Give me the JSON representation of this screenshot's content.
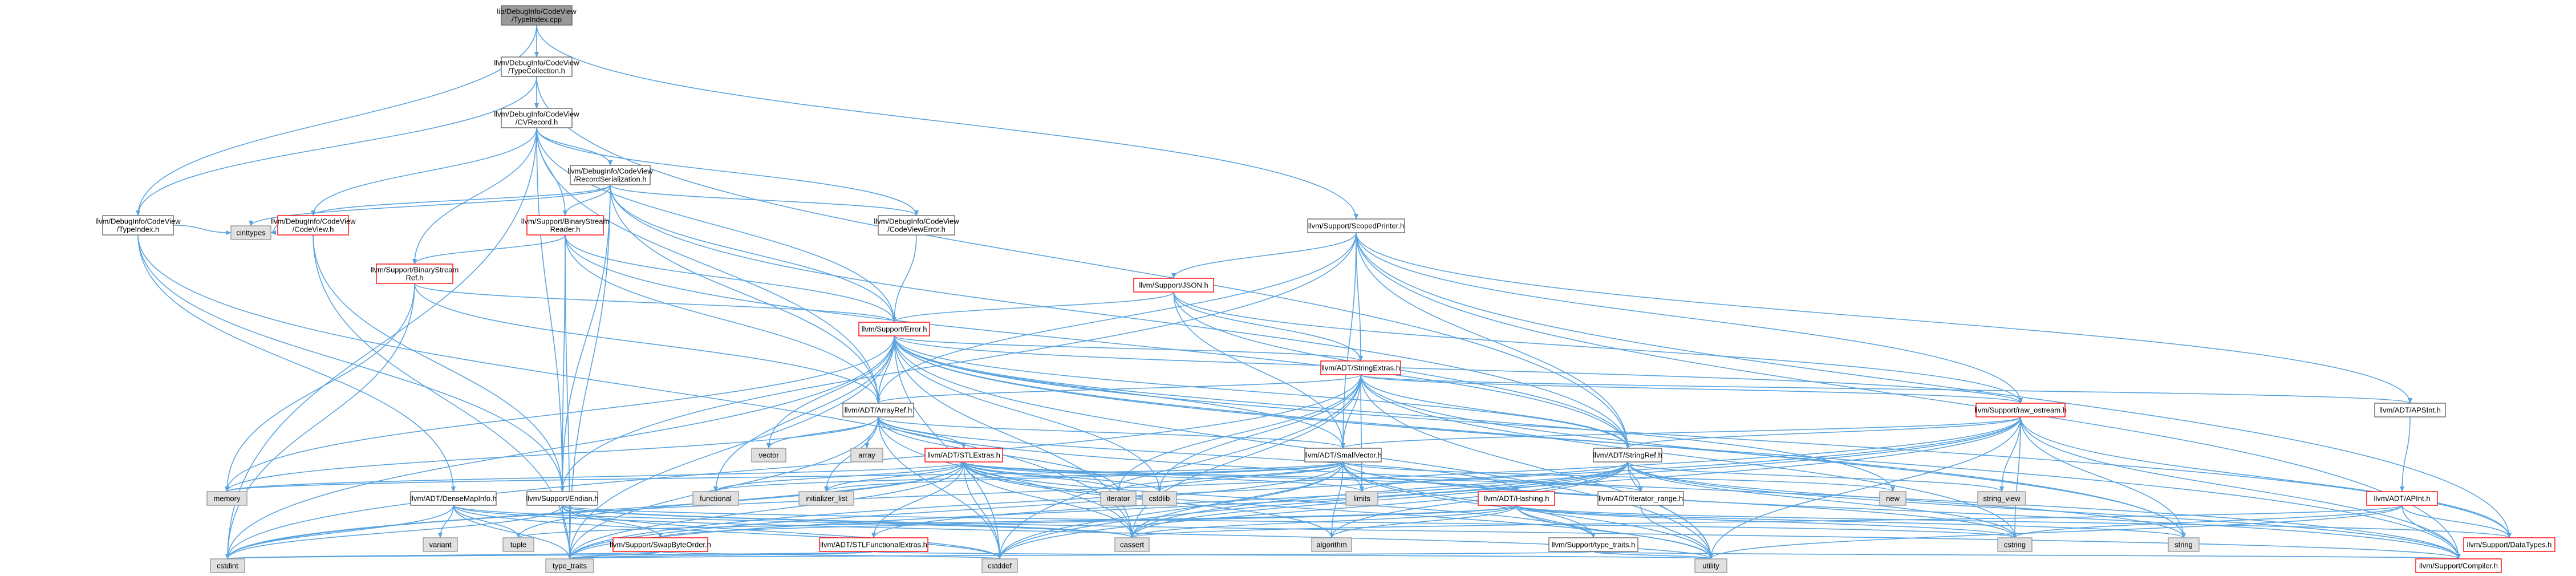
{
  "colors": {
    "edge": "#5aa4e0",
    "edge_arrow": "#5aa4e0",
    "node_border": "#666666",
    "node_fill": "#ffffff",
    "root_fill": "#999999",
    "root_border": "#666666",
    "red_border": "#ff0000",
    "system_fill": "#e0e0e0",
    "system_border": "#999999",
    "text": "#000000"
  },
  "nodes": [
    {
      "id": "root",
      "lines": [
        "lib/DebugInfo/CodeView",
        "/TypeIndex.cpp"
      ],
      "style": "root"
    },
    {
      "id": "typecollection",
      "lines": [
        "llvm/DebugInfo/CodeView",
        "/TypeCollection.h"
      ],
      "style": "normal"
    },
    {
      "id": "cvrecord",
      "lines": [
        "llvm/DebugInfo/CodeView",
        "/CVRecord.h"
      ],
      "style": "normal"
    },
    {
      "id": "recordserialization",
      "lines": [
        "llvm/DebugInfo/CodeView",
        "/RecordSerialization.h"
      ],
      "style": "normal"
    },
    {
      "id": "typeindex_h",
      "lines": [
        "llvm/DebugInfo/CodeView",
        "/TypeIndex.h"
      ],
      "style": "normal"
    },
    {
      "id": "codeview_h",
      "lines": [
        "llvm/DebugInfo/CodeView",
        "/CodeView.h"
      ],
      "style": "red"
    },
    {
      "id": "binarystreamreader",
      "lines": [
        "llvm/Support/BinaryStream",
        "Reader.h"
      ],
      "style": "red"
    },
    {
      "id": "codeviewerror",
      "lines": [
        "llvm/DebugInfo/CodeView",
        "/CodeViewError.h"
      ],
      "style": "normal"
    },
    {
      "id": "cinttypes",
      "lines": [
        "cinttypes"
      ],
      "style": "system"
    },
    {
      "id": "binarystreamref",
      "lines": [
        "llvm/Support/BinaryStream",
        "Ref.h"
      ],
      "style": "red"
    },
    {
      "id": "scopedprinter",
      "lines": [
        "llvm/Support/ScopedPrinter.h"
      ],
      "style": "normal"
    },
    {
      "id": "json",
      "lines": [
        "llvm/Support/JSON.h"
      ],
      "style": "red"
    },
    {
      "id": "error",
      "lines": [
        "llvm/Support/Error.h"
      ],
      "style": "red"
    },
    {
      "id": "stringextras",
      "lines": [
        "llvm/ADT/StringExtras.h"
      ],
      "style": "red"
    },
    {
      "id": "arrayref",
      "lines": [
        "llvm/ADT/ArrayRef.h"
      ],
      "style": "normal"
    },
    {
      "id": "raw_ostream",
      "lines": [
        "llvm/Support/raw_ostream.h"
      ],
      "style": "red"
    },
    {
      "id": "apsint",
      "lines": [
        "llvm/ADT/APSInt.h"
      ],
      "style": "normal"
    },
    {
      "id": "vector",
      "lines": [
        "vector"
      ],
      "style": "system"
    },
    {
      "id": "array",
      "lines": [
        "array"
      ],
      "style": "system"
    },
    {
      "id": "stlextras",
      "lines": [
        "llvm/ADT/STLExtras.h"
      ],
      "style": "red"
    },
    {
      "id": "smallvector",
      "lines": [
        "llvm/ADT/SmallVector.h"
      ],
      "style": "normal"
    },
    {
      "id": "stringref",
      "lines": [
        "llvm/ADT/StringRef.h"
      ],
      "style": "normal"
    },
    {
      "id": "memory",
      "lines": [
        "memory"
      ],
      "style": "system"
    },
    {
      "id": "functional",
      "lines": [
        "functional"
      ],
      "style": "system"
    },
    {
      "id": "initializer_list",
      "lines": [
        "initializer_list"
      ],
      "style": "system"
    },
    {
      "id": "iterator",
      "lines": [
        "iterator"
      ],
      "style": "system"
    },
    {
      "id": "cstdlib",
      "lines": [
        "cstdlib"
      ],
      "style": "system"
    },
    {
      "id": "limits",
      "lines": [
        "limits"
      ],
      "style": "system"
    },
    {
      "id": "hashing",
      "lines": [
        "llvm/ADT/Hashing.h"
      ],
      "style": "red"
    },
    {
      "id": "iterator_range",
      "lines": [
        "llvm/ADT/iterator_range.h"
      ],
      "style": "normal"
    },
    {
      "id": "new",
      "lines": [
        "new"
      ],
      "style": "system"
    },
    {
      "id": "string_view",
      "lines": [
        "string_view"
      ],
      "style": "system"
    },
    {
      "id": "apint",
      "lines": [
        "llvm/ADT/APInt.h"
      ],
      "style": "red"
    },
    {
      "id": "densemapinfo",
      "lines": [
        "llvm/ADT/DenseMapInfo.h"
      ],
      "style": "normal"
    },
    {
      "id": "endian",
      "lines": [
        "llvm/Support/Endian.h"
      ],
      "style": "normal"
    },
    {
      "id": "variant",
      "lines": [
        "variant"
      ],
      "style": "system"
    },
    {
      "id": "tuple",
      "lines": [
        "tuple"
      ],
      "style": "system"
    },
    {
      "id": "swapbyteorder",
      "lines": [
        "llvm/Support/SwapByteOrder.h"
      ],
      "style": "red"
    },
    {
      "id": "stlfunctionalextras",
      "lines": [
        "llvm/ADT/STLFunctionalExtras.h"
      ],
      "style": "red"
    },
    {
      "id": "cassert",
      "lines": [
        "cassert"
      ],
      "style": "system"
    },
    {
      "id": "algorithm",
      "lines": [
        "algorithm"
      ],
      "style": "system"
    },
    {
      "id": "type_traits_h",
      "lines": [
        "llvm/Support/type_traits.h"
      ],
      "style": "normal"
    },
    {
      "id": "cstring",
      "lines": [
        "cstring"
      ],
      "style": "system"
    },
    {
      "id": "string",
      "lines": [
        "string"
      ],
      "style": "system"
    },
    {
      "id": "datatypes",
      "lines": [
        "llvm/Support/DataTypes.h"
      ],
      "style": "red"
    },
    {
      "id": "cstdint",
      "lines": [
        "cstdint"
      ],
      "style": "system"
    },
    {
      "id": "type_traits",
      "lines": [
        "type_traits"
      ],
      "style": "system"
    },
    {
      "id": "cstddef",
      "lines": [
        "cstddef"
      ],
      "style": "system"
    },
    {
      "id": "utility",
      "lines": [
        "utility"
      ],
      "style": "system"
    },
    {
      "id": "compiler",
      "lines": [
        "llvm/Support/Compiler.h"
      ],
      "style": "red"
    }
  ],
  "edges": [
    [
      "root",
      "typecollection"
    ],
    [
      "root",
      "typeindex_h"
    ],
    [
      "root",
      "scopedprinter"
    ],
    [
      "typecollection",
      "cvrecord"
    ],
    [
      "typecollection",
      "typeindex_h"
    ],
    [
      "typecollection",
      "stringref"
    ],
    [
      "cvrecord",
      "recordserialization"
    ],
    [
      "cvrecord",
      "codeview_h"
    ],
    [
      "cvrecord",
      "codeviewerror"
    ],
    [
      "cvrecord",
      "binarystreamreader"
    ],
    [
      "cvrecord",
      "binarystreamref"
    ],
    [
      "cvrecord",
      "error"
    ],
    [
      "cvrecord",
      "arrayref"
    ],
    [
      "cvrecord",
      "endian"
    ],
    [
      "cvrecord",
      "cstdint"
    ],
    [
      "recordserialization",
      "codeview_h"
    ],
    [
      "recordserialization",
      "binarystreamreader"
    ],
    [
      "recordserialization",
      "codeviewerror"
    ],
    [
      "recordserialization",
      "cinttypes"
    ],
    [
      "recordserialization",
      "error"
    ],
    [
      "recordserialization",
      "arrayref"
    ],
    [
      "recordserialization",
      "stringref"
    ],
    [
      "recordserialization",
      "endian"
    ],
    [
      "recordserialization",
      "type_traits"
    ],
    [
      "typeindex_h",
      "cinttypes"
    ],
    [
      "typeindex_h",
      "endian"
    ],
    [
      "typeindex_h",
      "densemapinfo"
    ],
    [
      "typeindex_h",
      "cassert"
    ],
    [
      "codeview_h",
      "cinttypes"
    ],
    [
      "codeview_h",
      "endian"
    ],
    [
      "codeview_h",
      "type_traits"
    ],
    [
      "binarystreamreader",
      "binarystreamref"
    ],
    [
      "binarystreamreader",
      "error"
    ],
    [
      "binarystreamreader",
      "arrayref"
    ],
    [
      "binarystreamreader",
      "stringref"
    ],
    [
      "binarystreamreader",
      "endian"
    ],
    [
      "binarystreamreader",
      "type_traits"
    ],
    [
      "codeviewerror",
      "error"
    ],
    [
      "binarystreamref",
      "error"
    ],
    [
      "binarystreamref",
      "arrayref"
    ],
    [
      "binarystreamref",
      "memory"
    ],
    [
      "binarystreamref",
      "cstdint"
    ],
    [
      "scopedprinter",
      "json"
    ],
    [
      "scopedprinter",
      "stringextras"
    ],
    [
      "scopedprinter",
      "raw_ostream"
    ],
    [
      "scopedprinter",
      "apsint"
    ],
    [
      "scopedprinter",
      "arrayref"
    ],
    [
      "scopedprinter",
      "smallvector"
    ],
    [
      "scopedprinter",
      "stringref"
    ],
    [
      "scopedprinter",
      "endian"
    ],
    [
      "scopedprinter",
      "datatypes"
    ],
    [
      "scopedprinter",
      "compiler"
    ],
    [
      "json",
      "error"
    ],
    [
      "json",
      "stringextras"
    ],
    [
      "json",
      "raw_ostream"
    ],
    [
      "json",
      "smallvector"
    ],
    [
      "json",
      "stringref"
    ],
    [
      "error",
      "stringextras"
    ],
    [
      "error",
      "raw_ostream"
    ],
    [
      "error",
      "arrayref"
    ],
    [
      "error",
      "smallvector"
    ],
    [
      "error",
      "stringref"
    ],
    [
      "error",
      "vector"
    ],
    [
      "error",
      "memory"
    ],
    [
      "error",
      "cstdint"
    ],
    [
      "error",
      "cassert"
    ],
    [
      "error",
      "cstdlib"
    ],
    [
      "error",
      "functional"
    ],
    [
      "error",
      "new"
    ],
    [
      "error",
      "string"
    ],
    [
      "error",
      "utility"
    ],
    [
      "error",
      "type_traits"
    ],
    [
      "error",
      "compiler"
    ],
    [
      "error",
      "datatypes"
    ],
    [
      "error",
      "cstddef"
    ],
    [
      "stringextras",
      "apsint"
    ],
    [
      "stringextras",
      "arrayref"
    ],
    [
      "stringextras",
      "smallvector"
    ],
    [
      "stringextras",
      "stringref"
    ],
    [
      "stringextras",
      "raw_ostream"
    ],
    [
      "stringextras",
      "iterator"
    ],
    [
      "stringextras",
      "cassert"
    ],
    [
      "stringextras",
      "cstddef"
    ],
    [
      "stringextras",
      "cstdint"
    ],
    [
      "stringextras",
      "cstdlib"
    ],
    [
      "stringextras",
      "cstring"
    ],
    [
      "stringextras",
      "limits"
    ],
    [
      "stringextras",
      "string"
    ],
    [
      "stringextras",
      "utility"
    ],
    [
      "arrayref",
      "stlextras"
    ],
    [
      "arrayref",
      "smallvector"
    ],
    [
      "arrayref",
      "hashing"
    ],
    [
      "arrayref",
      "array"
    ],
    [
      "arrayref",
      "vector"
    ],
    [
      "arrayref",
      "memory"
    ],
    [
      "arrayref",
      "initializer_list"
    ],
    [
      "arrayref",
      "iterator"
    ],
    [
      "arrayref",
      "cassert"
    ],
    [
      "arrayref",
      "cstddef"
    ],
    [
      "arrayref",
      "type_traits"
    ],
    [
      "arrayref",
      "compiler"
    ],
    [
      "raw_ostream",
      "stringref"
    ],
    [
      "raw_ostream",
      "smallvector"
    ],
    [
      "raw_ostream",
      "datatypes"
    ],
    [
      "raw_ostream",
      "cassert"
    ],
    [
      "raw_ostream",
      "cstddef"
    ],
    [
      "raw_ostream",
      "cstdint"
    ],
    [
      "raw_ostream",
      "cstring"
    ],
    [
      "raw_ostream",
      "string"
    ],
    [
      "raw_ostream",
      "string_view"
    ],
    [
      "raw_ostream",
      "type_traits"
    ],
    [
      "raw_ostream",
      "utility"
    ],
    [
      "raw_ostream",
      "compiler"
    ],
    [
      "apsint",
      "apint"
    ],
    [
      "stlextras",
      "hashing"
    ],
    [
      "stlextras",
      "stlfunctionalextras"
    ],
    [
      "stlextras",
      "iterator_range"
    ],
    [
      "stlextras",
      "type_traits_h"
    ],
    [
      "stlextras",
      "algorithm"
    ],
    [
      "stlextras",
      "cassert"
    ],
    [
      "stlextras",
      "cstddef"
    ],
    [
      "stlextras",
      "cstdint"
    ],
    [
      "stlextras",
      "cstdlib"
    ],
    [
      "stlextras",
      "functional"
    ],
    [
      "stlextras",
      "initializer_list"
    ],
    [
      "stlextras",
      "iterator"
    ],
    [
      "stlextras",
      "limits"
    ],
    [
      "stlextras",
      "memory"
    ],
    [
      "stlextras",
      "optional_dummy"
    ],
    [
      "stlextras",
      "tuple"
    ],
    [
      "stlextras",
      "type_traits"
    ],
    [
      "stlextras",
      "utility"
    ],
    [
      "smallvector",
      "compiler"
    ],
    [
      "smallvector",
      "type_traits_h"
    ],
    [
      "smallvector",
      "algorithm"
    ],
    [
      "smallvector",
      "cassert"
    ],
    [
      "smallvector",
      "cstddef"
    ],
    [
      "smallvector",
      "cstdlib"
    ],
    [
      "smallvector",
      "cstring"
    ],
    [
      "smallvector",
      "functional"
    ],
    [
      "smallvector",
      "initializer_list"
    ],
    [
      "smallvector",
      "iterator"
    ],
    [
      "smallvector",
      "limits"
    ],
    [
      "smallvector",
      "memory"
    ],
    [
      "smallvector",
      "new"
    ],
    [
      "smallvector",
      "type_traits"
    ],
    [
      "smallvector",
      "utility"
    ],
    [
      "stringref",
      "stlfunctionalextras"
    ],
    [
      "stringref",
      "iterator_range"
    ],
    [
      "stringref",
      "compiler"
    ],
    [
      "stringref",
      "algorithm"
    ],
    [
      "stringref",
      "cassert"
    ],
    [
      "stringref",
      "cstddef"
    ],
    [
      "stringref",
      "cstring"
    ],
    [
      "stringref",
      "limits"
    ],
    [
      "stringref",
      "string"
    ],
    [
      "stringref",
      "string_view"
    ],
    [
      "stringref",
      "type_traits"
    ],
    [
      "stringref",
      "utility"
    ],
    [
      "hashing",
      "datatypes"
    ],
    [
      "hashing",
      "swapbyteorder"
    ],
    [
      "hashing",
      "type_traits_h"
    ],
    [
      "hashing",
      "algorithm"
    ],
    [
      "hashing",
      "cassert"
    ],
    [
      "hashing",
      "cstring"
    ],
    [
      "hashing",
      "optional_dummy"
    ],
    [
      "hashing",
      "string"
    ],
    [
      "hashing",
      "tuple"
    ],
    [
      "hashing",
      "utility"
    ],
    [
      "iterator_range",
      "utility"
    ],
    [
      "apint",
      "compiler"
    ],
    [
      "apint",
      "cassert"
    ],
    [
      "apint",
      "utility"
    ],
    [
      "apint",
      "cstring"
    ],
    [
      "apint",
      "datatypes"
    ],
    [
      "densemapinfo",
      "cassert"
    ],
    [
      "densemapinfo",
      "cstddef"
    ],
    [
      "densemapinfo",
      "cstdint"
    ],
    [
      "densemapinfo",
      "tuple"
    ],
    [
      "densemapinfo",
      "type_traits"
    ],
    [
      "densemapinfo",
      "utility"
    ],
    [
      "densemapinfo",
      "variant"
    ],
    [
      "endian",
      "compiler"
    ],
    [
      "endian",
      "swapbyteorder"
    ],
    [
      "endian",
      "cassert"
    ],
    [
      "endian",
      "cstddef"
    ],
    [
      "endian",
      "cstdint"
    ],
    [
      "endian",
      "cstring"
    ],
    [
      "endian",
      "type_traits"
    ],
    [
      "swapbyteorder",
      "cstddef"
    ],
    [
      "swapbyteorder",
      "cstdint"
    ],
    [
      "swapbyteorder",
      "type_traits"
    ],
    [
      "stlfunctionalextras",
      "cstdint"
    ],
    [
      "stlfunctionalextras",
      "type_traits"
    ],
    [
      "stlfunctionalextras",
      "utility"
    ],
    [
      "type_traits_h",
      "compiler"
    ],
    [
      "type_traits_h",
      "type_traits"
    ],
    [
      "type_traits_h",
      "utility"
    ]
  ]
}
